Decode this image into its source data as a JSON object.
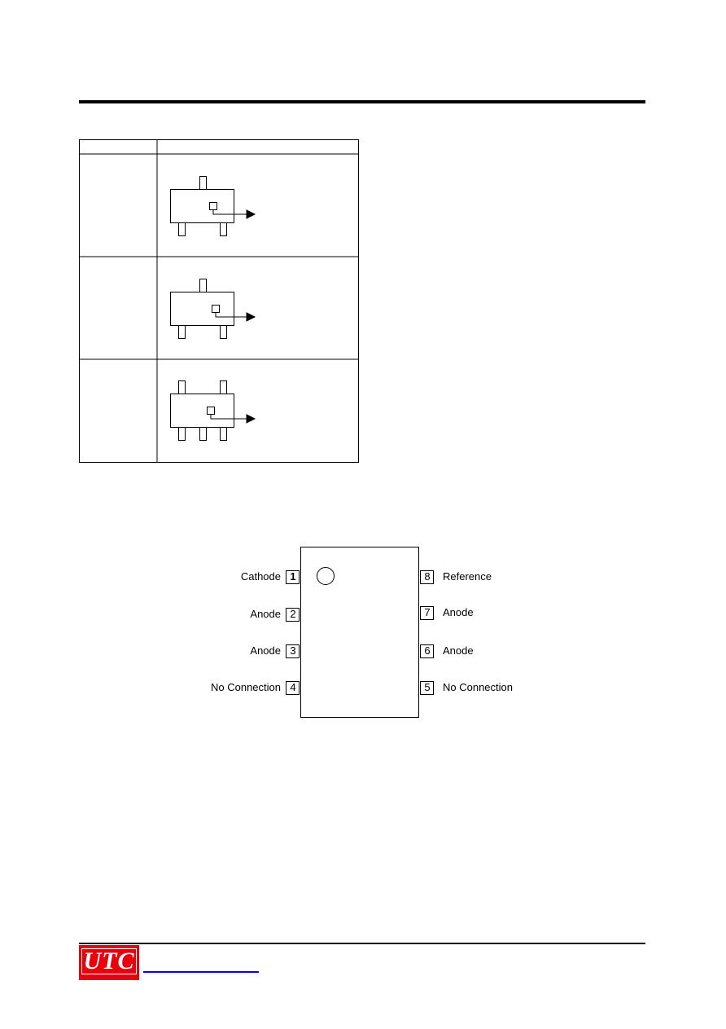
{
  "pin_configuration": {
    "pins": [
      {
        "number": "1",
        "name": "Cathode",
        "side": "left"
      },
      {
        "number": "2",
        "name": "Anode",
        "side": "left"
      },
      {
        "number": "3",
        "name": "Anode",
        "side": "left"
      },
      {
        "number": "4",
        "name": "No Connection",
        "side": "left"
      },
      {
        "number": "8",
        "name": "Reference",
        "side": "right"
      },
      {
        "number": "7",
        "name": "Anode",
        "side": "right"
      },
      {
        "number": "6",
        "name": "Anode",
        "side": "right"
      },
      {
        "number": "5",
        "name": "No Connection",
        "side": "right"
      }
    ]
  },
  "footer": {
    "logo_text": "UTC"
  }
}
